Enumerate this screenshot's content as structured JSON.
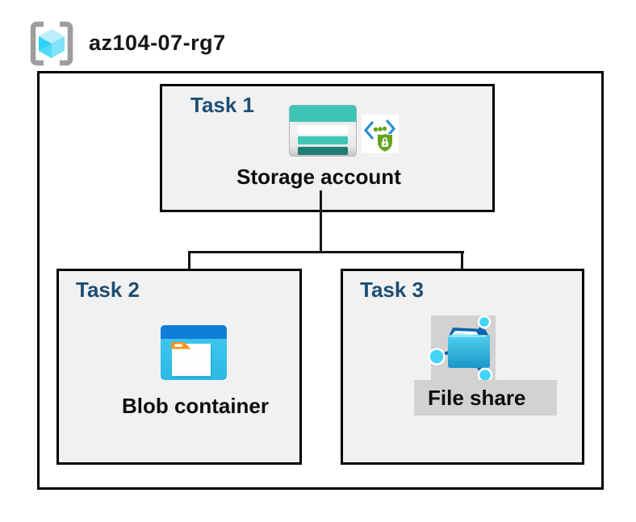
{
  "resource_group": {
    "name": "az104-07-rg7",
    "icon": "resource-group-icon"
  },
  "tasks": [
    {
      "label": "Task 1",
      "resource": "Storage account",
      "icons": [
        "storage-account-icon",
        "code-shield-icon"
      ]
    },
    {
      "label": "Task 2",
      "resource": "Blob container",
      "icons": [
        "blob-container-icon"
      ]
    },
    {
      "label": "Task 3",
      "resource": "File share",
      "icons": [
        "file-share-icon"
      ]
    }
  ],
  "connections": [
    {
      "from": "Storage account",
      "to": "Blob container"
    },
    {
      "from": "Storage account",
      "to": "File share"
    }
  ],
  "colors": {
    "task_label": "#1d4e74",
    "box_fill": "#f1f1f1",
    "border": "#000000",
    "storage_teal": "#3ec4b5",
    "storage_teal_dark": "#1f7e73",
    "blob_blue": "#0e7ed8",
    "blob_cyan": "#38c6ef",
    "shield_green": "#63a61c",
    "bracket_blue": "#2b8ed6",
    "file_cyan": "#41d5f7",
    "file_blue_dark": "#1061ae",
    "label_backdrop": "#d2d2d2"
  }
}
